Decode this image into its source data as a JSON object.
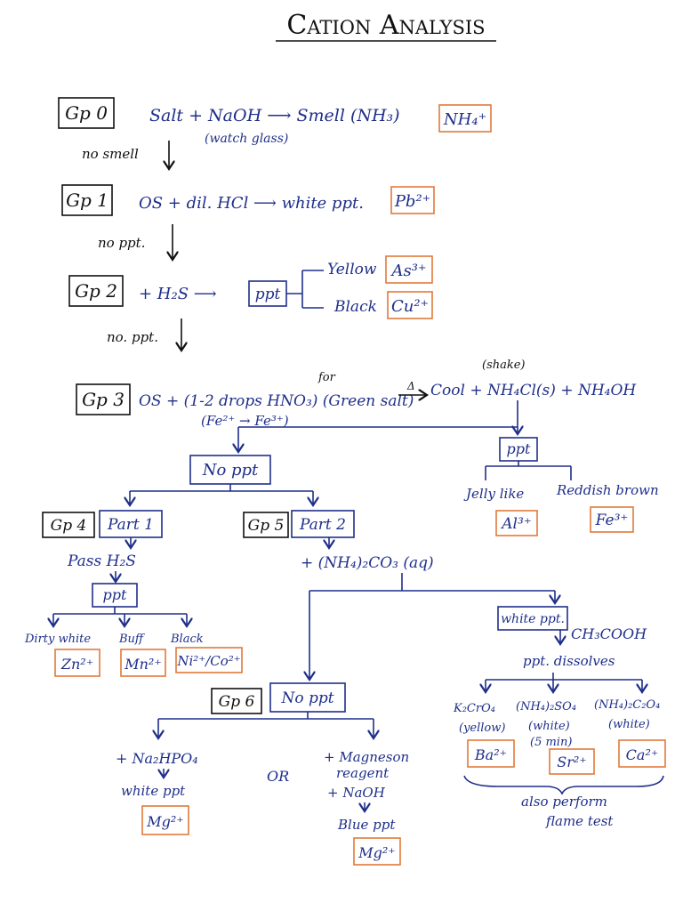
{
  "title": "Cation Analysis",
  "groups": {
    "gp0": "Gp 0",
    "gp1": "Gp 1",
    "gp2": "Gp 2",
    "gp3": "Gp 3",
    "gp4": "Gp 4",
    "gp5": "Gp 5",
    "gp6": "Gp 6"
  },
  "gp0": {
    "reaction": "Salt + NaOH ⟶ Smell (NH₃)",
    "note": "(watch glass)",
    "ion": "NH₄⁺",
    "next": "no smell"
  },
  "gp1": {
    "reaction": "OS + dil. HCl ⟶ white ppt.",
    "ion": "Pb²⁺",
    "next": "no ppt."
  },
  "gp2": {
    "reagent": "+ H₂S ⟶",
    "ppt": "ppt",
    "yellow": "Yellow",
    "yellow_ion": "As³⁺",
    "black": "Black",
    "black_ion": "Cu²⁺",
    "next": "no. ppt."
  },
  "gp3": {
    "reaction": "OS + (1-2 drops HNO₃) (Green salt)",
    "for": "for",
    "conversion": "(Fe²⁺ → Fe³⁺)",
    "heat": "Δ",
    "cool": "Cool + NH₄Cl(s) + NH₄OH",
    "shake": "(shake)",
    "no_ppt": "No ppt",
    "ppt": "ppt",
    "jelly": "Jelly like",
    "jelly_ion": "Al³⁺",
    "reddish": "Reddish brown",
    "reddish_ion": "Fe³⁺"
  },
  "gp4": {
    "part": "Part 1",
    "reagent": "Pass H₂S",
    "ppt": "ppt",
    "dirty_white": "Dirty white",
    "zn": "Zn²⁺",
    "buff": "Buff",
    "mn": "Mn²⁺",
    "black": "Black",
    "nico": "Ni²⁺/Co²⁺"
  },
  "gp5": {
    "part": "Part 2",
    "reagent": "+ (NH₄)₂CO₃ (aq)",
    "white_ppt": "white ppt.",
    "acid": "CH₃COOH",
    "dissolves": "ppt. dissolves",
    "r1": "K₂CrO₄",
    "r1c": "(yellow)",
    "ba": "Ba²⁺",
    "r2": "(NH₄)₂SO₄",
    "r2c": "(white)",
    "r2t": "(5 min)",
    "sr": "Sr²⁺",
    "r3": "(NH₄)₂C₂O₄",
    "r3c": "(white)",
    "ca": "Ca²⁺",
    "flame1": "also perform",
    "flame2": "flame test"
  },
  "gp6": {
    "no_ppt": "No ppt",
    "left_reagent": "+ Na₂HPO₄",
    "left_result": "white ppt",
    "mg1": "Mg²⁺",
    "or": "OR",
    "right1": "+ Magneson",
    "right2": "reagent",
    "right3": "+ NaOH",
    "right_result": "Blue ppt",
    "mg2": "Mg²⁺"
  }
}
